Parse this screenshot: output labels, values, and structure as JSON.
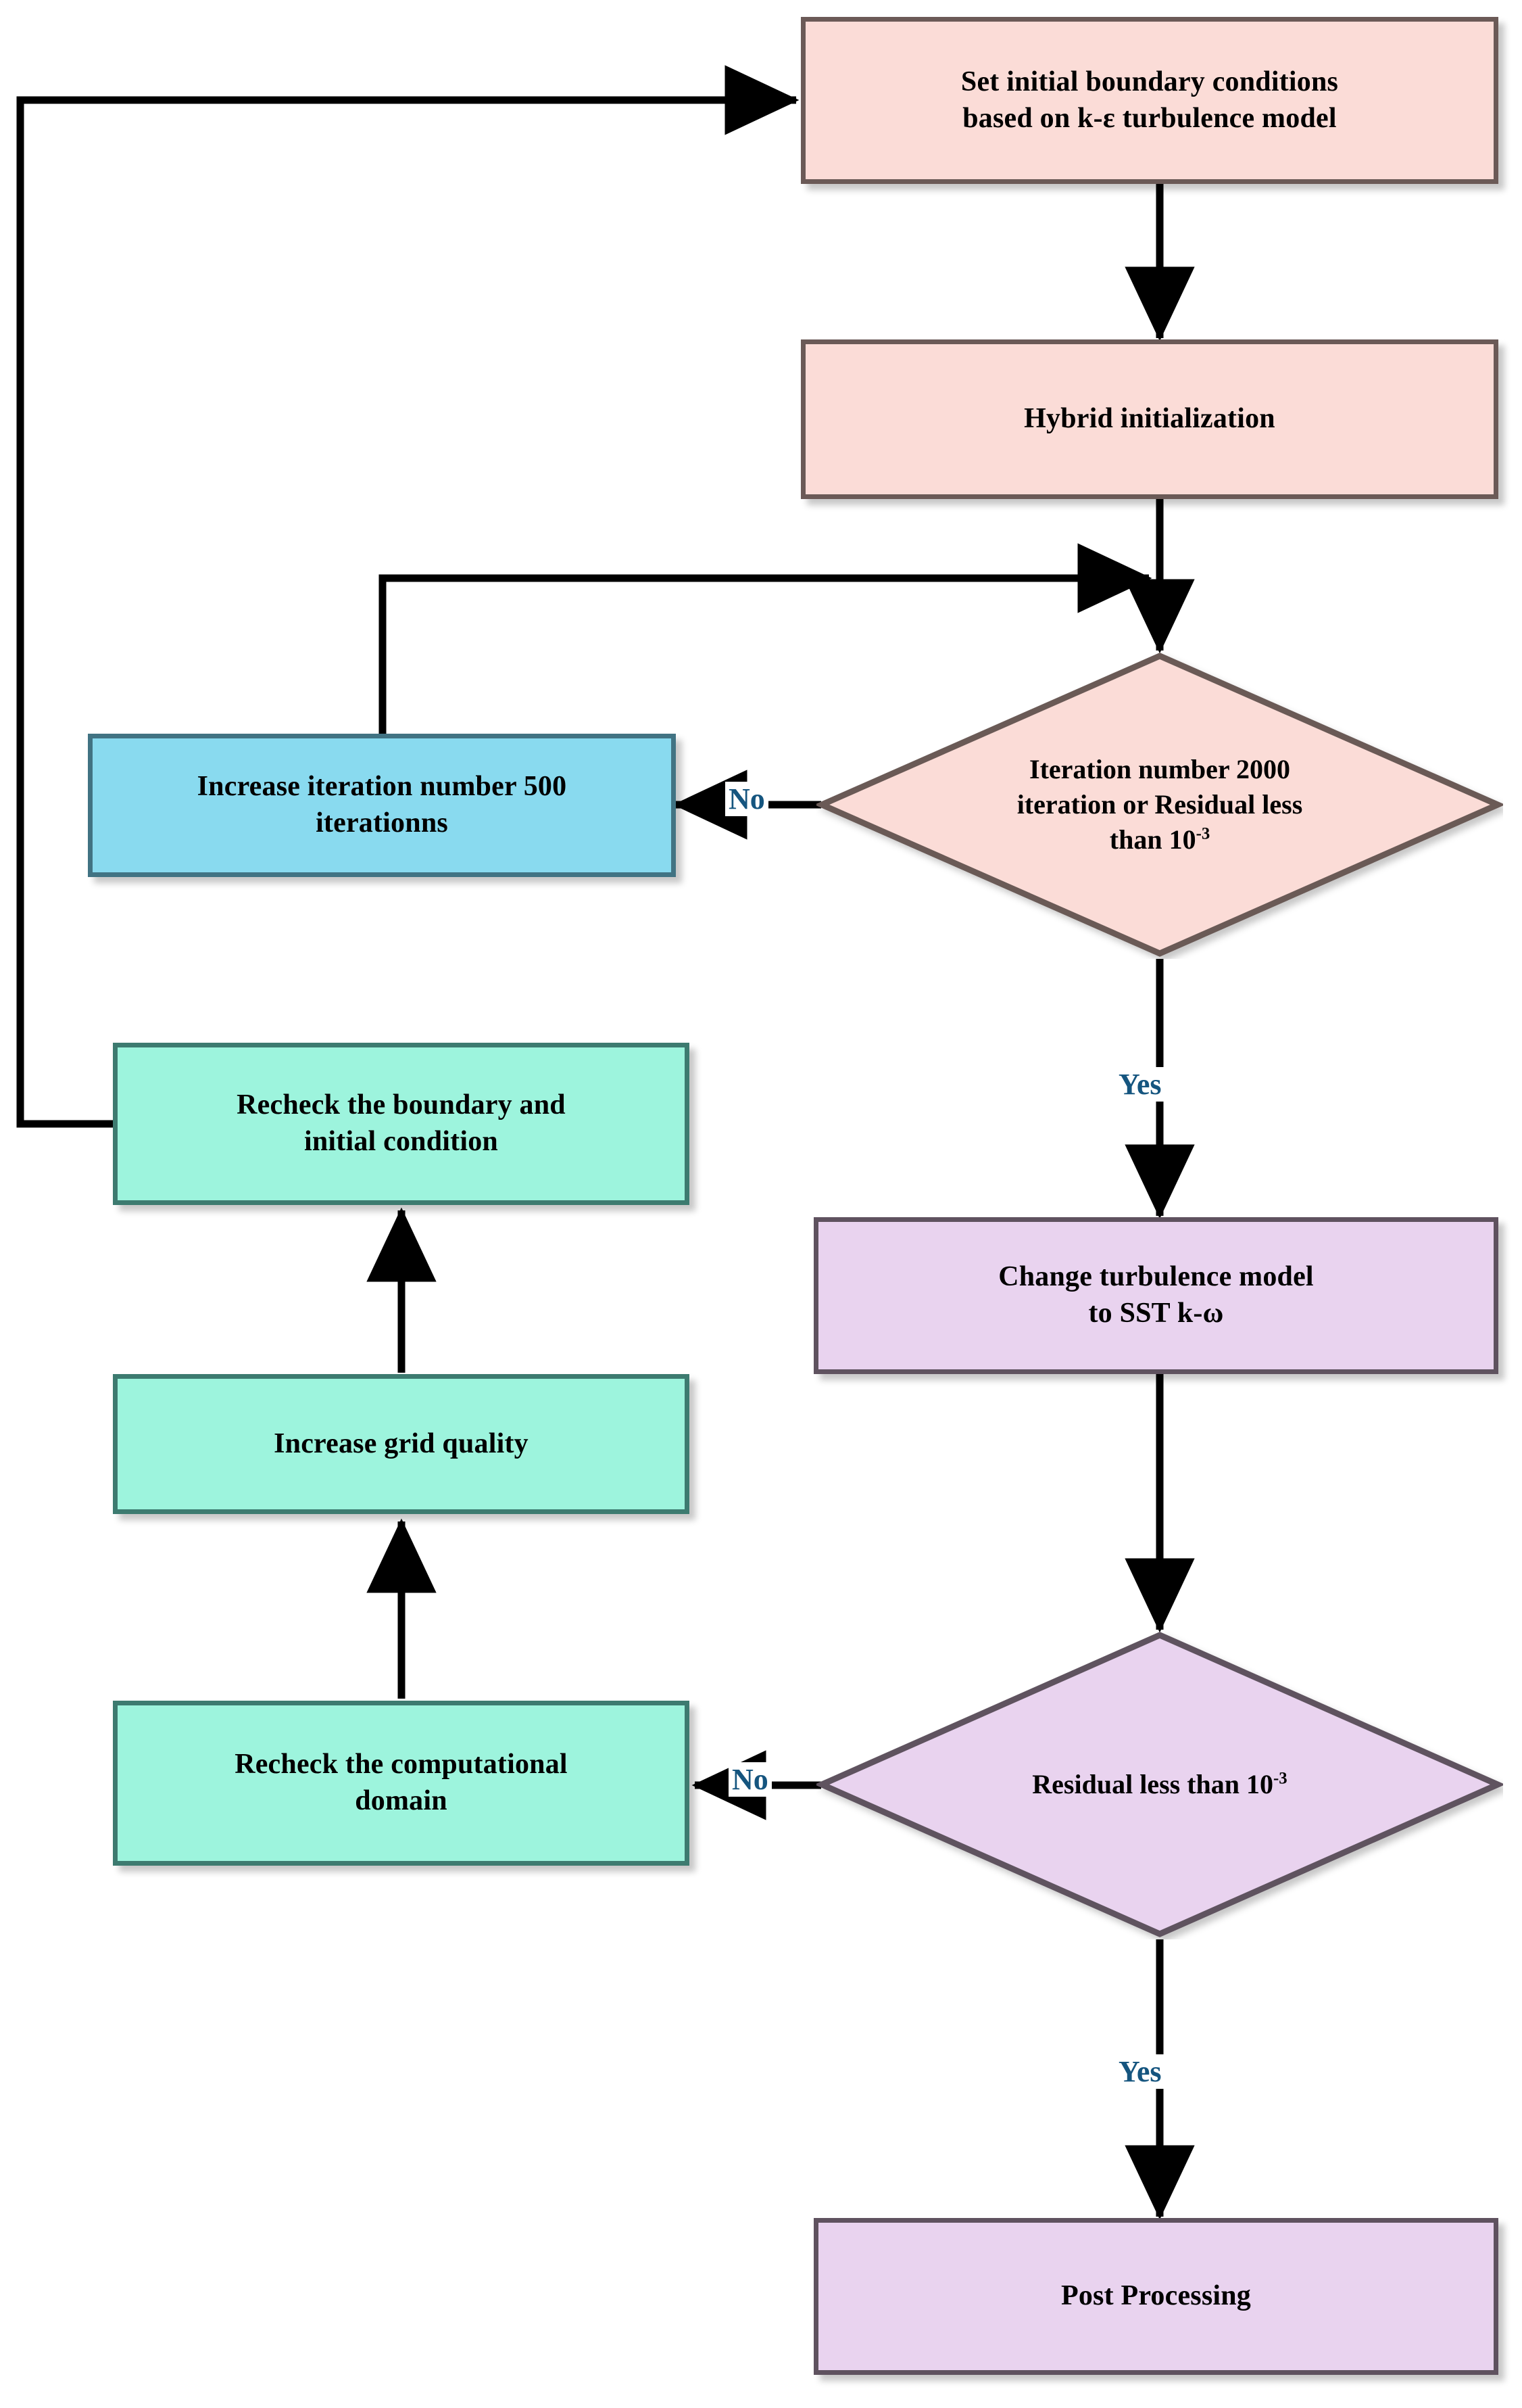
{
  "diagram": {
    "title": "CFD simulation workflow flowchart",
    "colors": {
      "pink_fill": "#fbdcd7",
      "pink_border": "#6b5a57",
      "blue_fill": "#89daef",
      "blue_border": "#417383",
      "teal_fill": "#9df4dd",
      "teal_border": "#3d7b70",
      "purple_fill": "#e9d3ef",
      "purple_border": "#5f525f",
      "edge_line": "#000000",
      "edge_label": "#15557f",
      "background": "#ffffff"
    },
    "nodes": [
      {
        "id": "set-initial-bc",
        "shape": "process",
        "color": "pink",
        "line1": "Set initial boundary conditions",
        "line2": "based on k-ε turbulence model"
      },
      {
        "id": "hybrid-initialization",
        "shape": "process",
        "color": "pink",
        "line1": "Hybrid initialization",
        "line2": ""
      },
      {
        "id": "iteration-check",
        "shape": "decision",
        "color": "pink",
        "line1": "Iteration number 2000",
        "line2": "iteration or Residual less",
        "line3_pre": "than 10",
        "line3_sup": "-3"
      },
      {
        "id": "increase-iterations",
        "shape": "process",
        "color": "blue",
        "line1": "Increase iteration number 500",
        "line2": "iterationns"
      },
      {
        "id": "recheck-boundary",
        "shape": "process",
        "color": "teal",
        "line1": "Recheck the boundary and",
        "line2": "initial condition"
      },
      {
        "id": "increase-grid-quality",
        "shape": "process",
        "color": "teal",
        "line1": "Increase  grid quality",
        "line2": ""
      },
      {
        "id": "recheck-domain",
        "shape": "process",
        "color": "teal",
        "line1": "Recheck the computational",
        "line2": "domain"
      },
      {
        "id": "change-turbulence-model",
        "shape": "process",
        "color": "purple",
        "line1": "Change turbulence model",
        "line2": "to SST k-ω"
      },
      {
        "id": "residual-check",
        "shape": "decision",
        "color": "purple",
        "line1_pre": "Residual less than 10",
        "line1_sup": "-3"
      },
      {
        "id": "post-processing",
        "shape": "process",
        "color": "purple",
        "line1": "Post Processing",
        "line2": ""
      }
    ],
    "edge_labels": {
      "iteration_no": "No",
      "iteration_yes": "Yes",
      "residual_no": "No",
      "residual_yes": "Yes"
    },
    "edges": [
      {
        "from": "set-initial-bc",
        "to": "hybrid-initialization",
        "label": ""
      },
      {
        "from": "hybrid-initialization",
        "to": "iteration-check",
        "label": ""
      },
      {
        "from": "iteration-check",
        "to": "increase-iterations",
        "label": "No"
      },
      {
        "from": "increase-iterations",
        "to": "iteration-check",
        "label": ""
      },
      {
        "from": "iteration-check",
        "to": "change-turbulence-model",
        "label": "Yes"
      },
      {
        "from": "change-turbulence-model",
        "to": "residual-check",
        "label": ""
      },
      {
        "from": "residual-check",
        "to": "recheck-domain",
        "label": "No"
      },
      {
        "from": "recheck-domain",
        "to": "increase-grid-quality",
        "label": ""
      },
      {
        "from": "increase-grid-quality",
        "to": "recheck-boundary",
        "label": ""
      },
      {
        "from": "recheck-boundary",
        "to": "set-initial-bc",
        "label": ""
      },
      {
        "from": "residual-check",
        "to": "post-processing",
        "label": "Yes"
      }
    ]
  }
}
